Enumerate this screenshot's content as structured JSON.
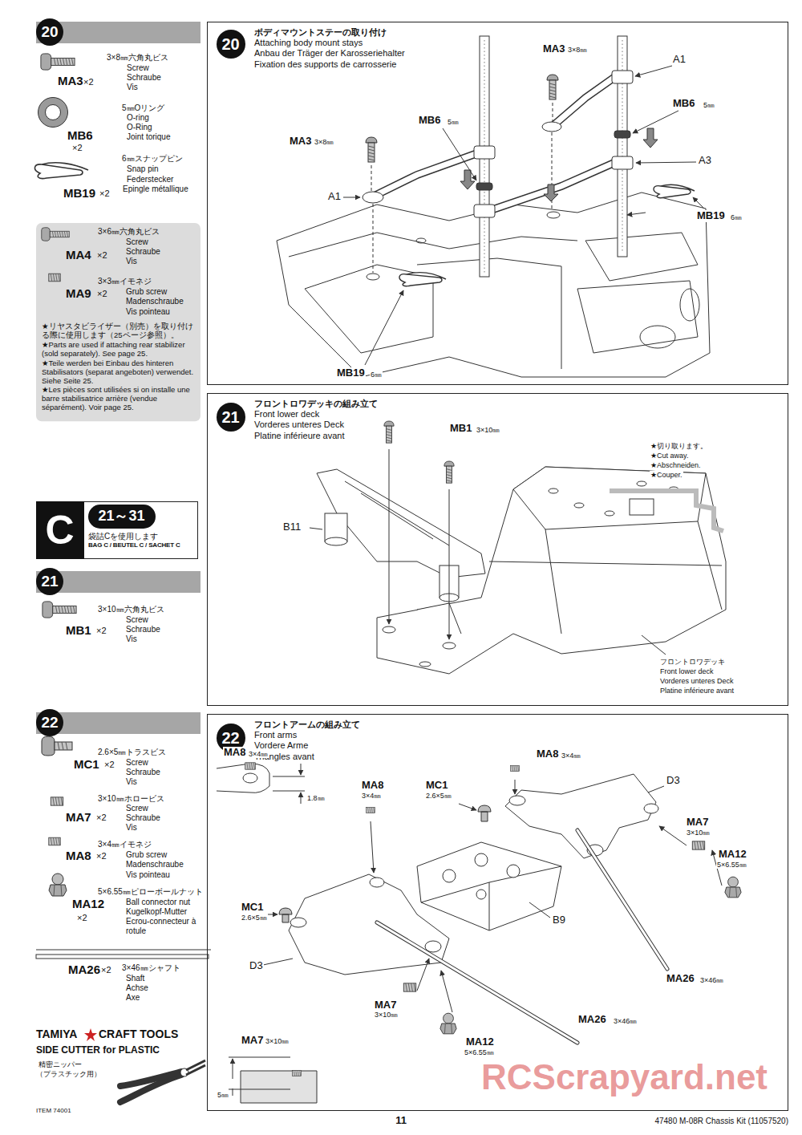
{
  "diagram": {
    "nodes": [
      {
        "text": [
          "20"
        ]
      },
      {
        "text": [
          "★リヤスタビライザー（別売）を取り付ける際に使用します（25ページ参照）。",
          "★Parts are used if attaching rear stabilizer (sold separately). See page 25.",
          "★Teile werden bei Einbau des hinteren Stabilisators (separat angeboten) verwendet. Siehe Seite 25.",
          "★Les pièces sont utilisées si on installe une barre stabilisatrice arrière (vendue séparément). Voir page 25."
        ]
      },
      {
        "text": [
          "袋詰Cを使用します",
          "BAG C / BEUTEL C / SACHET C"
        ]
      },
      {
        "text": [
          "C"
        ],
        "in": 2
      },
      {
        "text": [
          "21～31"
        ],
        "in": 2
      },
      {
        "text": [
          "21"
        ]
      },
      {
        "text": [
          "22"
        ]
      },
      {
        "text": [
          "ボディマウントステーの取り付け",
          "Attaching body mount stays",
          "Anbau der Träger der Karosseriehalter",
          "Fixation des supports de carrosserie"
        ]
      },
      {
        "text": [
          "20"
        ],
        "in": 7
      },
      {
        "text": [
          "フロントロワデッキの組み立て",
          "Front lower deck",
          "Vorderes unteres Deck",
          "Platine inférieure avant"
        ]
      },
      {
        "text": [
          "21"
        ],
        "in": 9
      },
      {
        "text": [
          "フロントアームの組み立て",
          "Front arms",
          "Vordere Arme",
          "Triangles avant"
        ]
      },
      {
        "text": [
          "22"
        ],
        "in": 11
      }
    ],
    "labels": [
      "MA3",
      "×2",
      "3×8㎜六角丸ビス",
      "Screw",
      "Schraube",
      "Vis",
      "MB6",
      "×2",
      "5㎜Oリング",
      "O-ring",
      "O-Ring",
      "Joint torique",
      "MB19",
      "×2",
      "6㎜スナップピン",
      "Snap pin",
      "Federstecker",
      "Epingle métallique",
      "MA4",
      "×2",
      "3×6㎜六角丸ビス",
      "Screw",
      "Schraube",
      "Vis",
      "MA9",
      "×2",
      "3×3㎜イモネジ",
      "Grub screw",
      "Madenschraube",
      "Vis pointeau",
      "MB1",
      "×2",
      "3×10㎜六角丸ビス",
      "Screw",
      "Schraube",
      "Vis",
      "MC1",
      "×2",
      "2.6×5㎜トラスビス",
      "Screw",
      "Schraube",
      "Vis",
      "MA7",
      "×2",
      "3×10㎜ホロービス",
      "Screw",
      "Schraube",
      "Vis",
      "MA8",
      "×2",
      "3×4㎜イモネジ",
      "Grub screw",
      "Madenschraube",
      "Vis pointeau",
      "MA12",
      "×2",
      "5×6.55㎜ピローボールナット",
      "Ball connector nut",
      "Kugelkopf-Mutter",
      "Ecrou-connecteur à rotule",
      "MA26",
      "×2",
      "3×46㎜シャフト",
      "Shaft",
      "Achse",
      "Axe",
      "TAMIYA",
      "CRAFT TOOLS",
      "SIDE CUTTER for PLASTIC",
      "精密ニッパー",
      "（プラスチック用）",
      "ITEM 74001",
      "MA3",
      "3×8㎜",
      "A1",
      "MB6",
      "5㎜",
      "A3",
      "MB19",
      "6㎜",
      "MB6",
      "5㎜",
      "MA3",
      "3×8㎜",
      "A1",
      "MB19",
      "6㎜",
      "MB1",
      "3×10㎜",
      "B11",
      "★切り取ります。",
      "★Cut away.",
      "★Abschneiden.",
      "★Couper.",
      "フロントロワデッキ",
      "Front lower deck",
      "Vorderes unteres Deck",
      "Platine inférieure avant",
      "MA8",
      "3×4㎜",
      "MC1",
      "2.6×5㎜",
      "D3",
      "MA8",
      "3×4㎜",
      "MA8",
      "3×4㎜",
      "MA7",
      "3×10㎜",
      "MA12",
      "5×6.55㎜",
      "1.8㎜",
      "MC1",
      "2.6×5㎜",
      "B9",
      "D3",
      "MA26",
      "3×46㎜",
      "MA7",
      "3×10㎜",
      "MA12",
      "5×6.55㎜",
      "MA26",
      "3×46㎜",
      "MA7",
      "3×10㎜",
      "5㎜",
      "RCScrapyard.net",
      "11",
      "47480 M-08R Chassis Kit (11057520)"
    ]
  }
}
